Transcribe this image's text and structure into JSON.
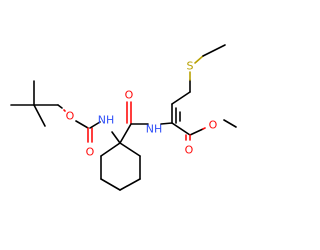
{
  "atoms": {
    "o_boc_ester": "O",
    "o_boc_carbonyl": "O",
    "nh_carbamate": "NH",
    "o_amide": "O",
    "nh_amide": "NH",
    "s_thioether": "S",
    "o_ester_single": "O",
    "o_ester_carbonyl": "O"
  },
  "colors": {
    "carbon": "#000000",
    "oxygen": "#ff0d0d",
    "nitrogen": "#3050f8",
    "sulfur": "#b8a000"
  }
}
